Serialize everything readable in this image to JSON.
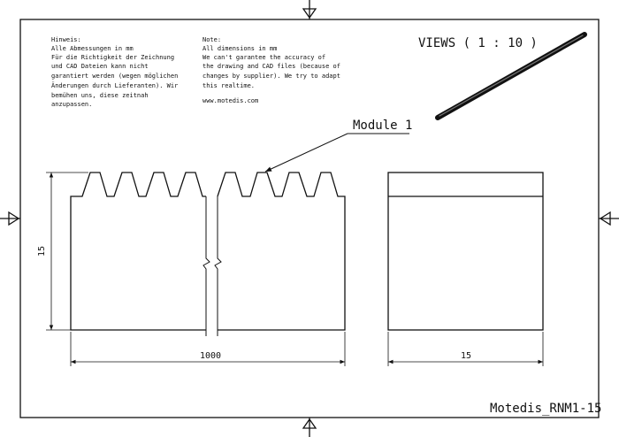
{
  "notes_de": {
    "title": "Hinweis:",
    "lines": [
      "Alle Abmessungen in mm",
      "Für die Richtigkeit der Zeichnung",
      "und CAD Dateien kann nicht",
      "garantiert werden (wegen möglichen",
      "Änderungen durch Lieferanten). Wir",
      "bemühen uns, diese zeitnah",
      "anzupassen."
    ]
  },
  "notes_en": {
    "title": "Note:",
    "lines": [
      "All dimensions in mm",
      "We can't garantee the accuracy of",
      "the drawing and CAD files (because of",
      "changes by supplier). We try to adapt",
      "this realtime."
    ],
    "website": "www.motedis.com"
  },
  "views_label": "VIEWS ( 1 : 10 )",
  "module_label": "Module 1",
  "dimensions": {
    "height": "15",
    "length": "1000",
    "width": "15"
  },
  "title_block": "Motedis_RNM1-15",
  "colors": {
    "line": "#111111",
    "paper": "#ffffff"
  }
}
